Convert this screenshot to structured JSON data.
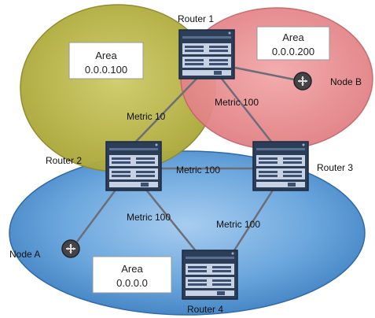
{
  "areas": {
    "area_100": {
      "title": "Area",
      "id": "0.0.0.100",
      "color": "#b9b73f"
    },
    "area_200": {
      "title": "Area",
      "id": "0.0.0.200",
      "color": "#e78a8c"
    },
    "area_0": {
      "title": "Area",
      "id": "0.0.0.0",
      "color": "#4c8fd1"
    }
  },
  "routers": {
    "r1": "Router 1",
    "r2": "Router 2",
    "r3": "Router 3",
    "r4": "Router 4"
  },
  "nodes": {
    "a": "Node A",
    "b": "Node B"
  },
  "links": {
    "r1_r2": "Metric 10",
    "r1_r3": "Metric 100",
    "r2_r3": "Metric 100",
    "r2_r4": "Metric 100",
    "r3_r4": "Metric 100"
  }
}
